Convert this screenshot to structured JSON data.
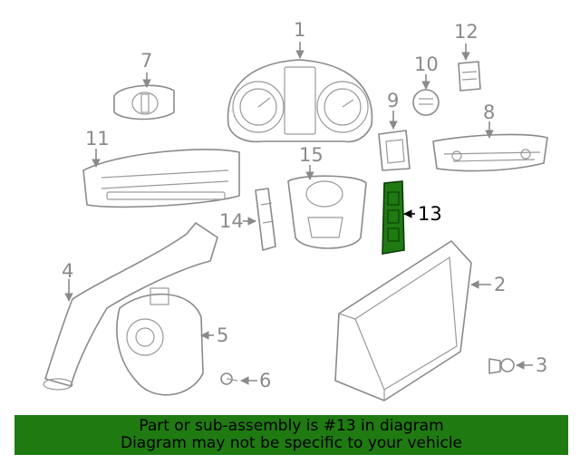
{
  "diagram": {
    "highlighted_part": "13",
    "callouts": [
      {
        "id": "c1",
        "label": "1"
      },
      {
        "id": "c2",
        "label": "2"
      },
      {
        "id": "c3",
        "label": "3"
      },
      {
        "id": "c4",
        "label": "4"
      },
      {
        "id": "c5",
        "label": "5"
      },
      {
        "id": "c6",
        "label": "6"
      },
      {
        "id": "c7",
        "label": "7"
      },
      {
        "id": "c8",
        "label": "8"
      },
      {
        "id": "c9",
        "label": "9"
      },
      {
        "id": "c10",
        "label": "10"
      },
      {
        "id": "c11",
        "label": "11"
      },
      {
        "id": "c12",
        "label": "12"
      },
      {
        "id": "c13",
        "label": "13"
      },
      {
        "id": "c14",
        "label": "14"
      },
      {
        "id": "c15",
        "label": "15"
      }
    ]
  },
  "banner": {
    "line1": "Part or sub-assembly is #13 in diagram",
    "line2": "Diagram may not be specific to your vehicle",
    "color": "#1f7a12"
  },
  "colors": {
    "line": "#8a8a8a",
    "highlight": "#1f7a12",
    "background": "#ffffff"
  }
}
